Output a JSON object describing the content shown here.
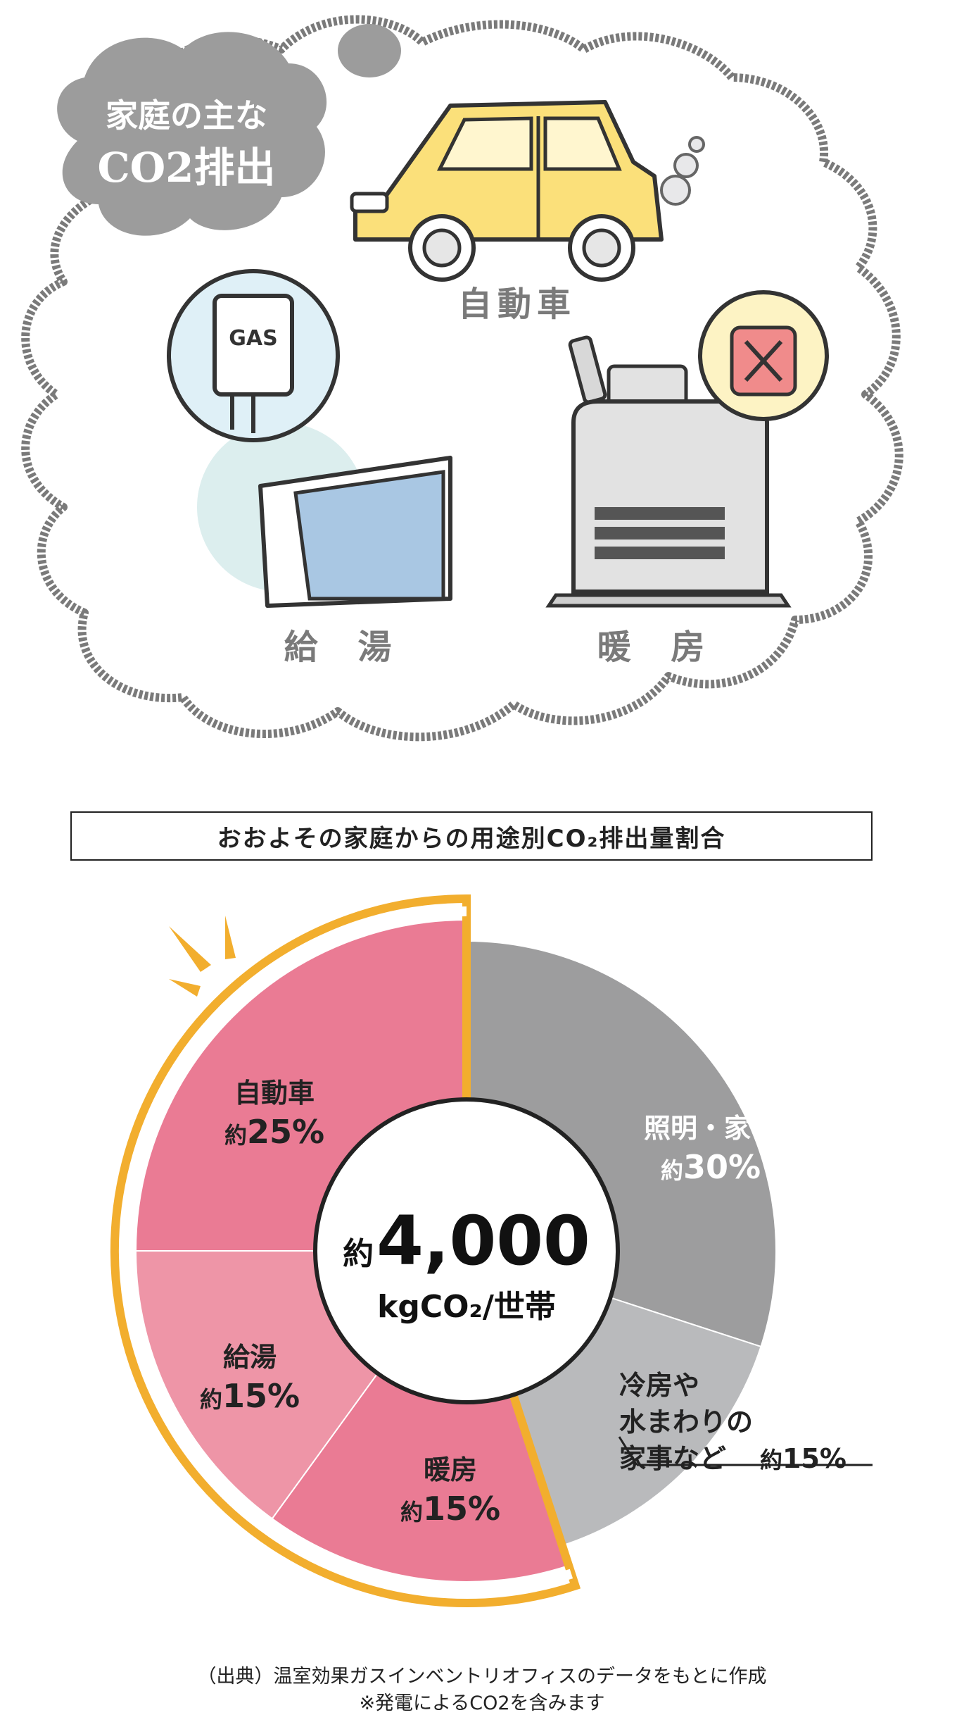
{
  "illustration": {
    "badge_line1": "家庭の主な",
    "badge_line2": "CO2排出",
    "car_label": "自動車",
    "hotwater_label": "給 湯",
    "heating_label": "暖 房",
    "gas_text": "GAS"
  },
  "caption": "おおよその家庭からの用途別CO₂排出量割合",
  "center": {
    "prefix": "約",
    "value": "4,000",
    "unit": "kgCO₂/世帯"
  },
  "chart_data": {
    "type": "pie",
    "title": "おおよその家庭からの用途別CO₂排出量割合",
    "total": "約4,000 kgCO₂/世帯",
    "slices": [
      {
        "name": "照明・家電",
        "prefix": "約",
        "pct": "30%",
        "value": 30,
        "color": "#9d9d9e",
        "text_color": "#ffffff",
        "highlight": false
      },
      {
        "name": "冷房や水まわりの家事など",
        "name_lines": [
          "冷房や",
          "水まわりの",
          "家事など"
        ],
        "prefix": "約",
        "pct": "15%",
        "value": 15,
        "color": "#b9babc",
        "text_color": "#222222",
        "highlight": false
      },
      {
        "name": "暖房",
        "prefix": "約",
        "pct": "15%",
        "value": 15,
        "color": "#ea7b94",
        "text_color": "#222222",
        "highlight": true
      },
      {
        "name": "給湯",
        "prefix": "約",
        "pct": "15%",
        "value": 15,
        "color": "#ee95a7",
        "text_color": "#222222",
        "highlight": true
      },
      {
        "name": "自動車",
        "prefix": "約",
        "pct": "25%",
        "value": 25,
        "color": "#ea7b94",
        "text_color": "#222222",
        "highlight": true
      }
    ],
    "highlight_color": "#f2ae2e"
  },
  "source": {
    "line1": "（出典）温室効果ガスインベントリオフィスのデータをもとに作成",
    "line2": "※発電によるCO2を含みます"
  }
}
